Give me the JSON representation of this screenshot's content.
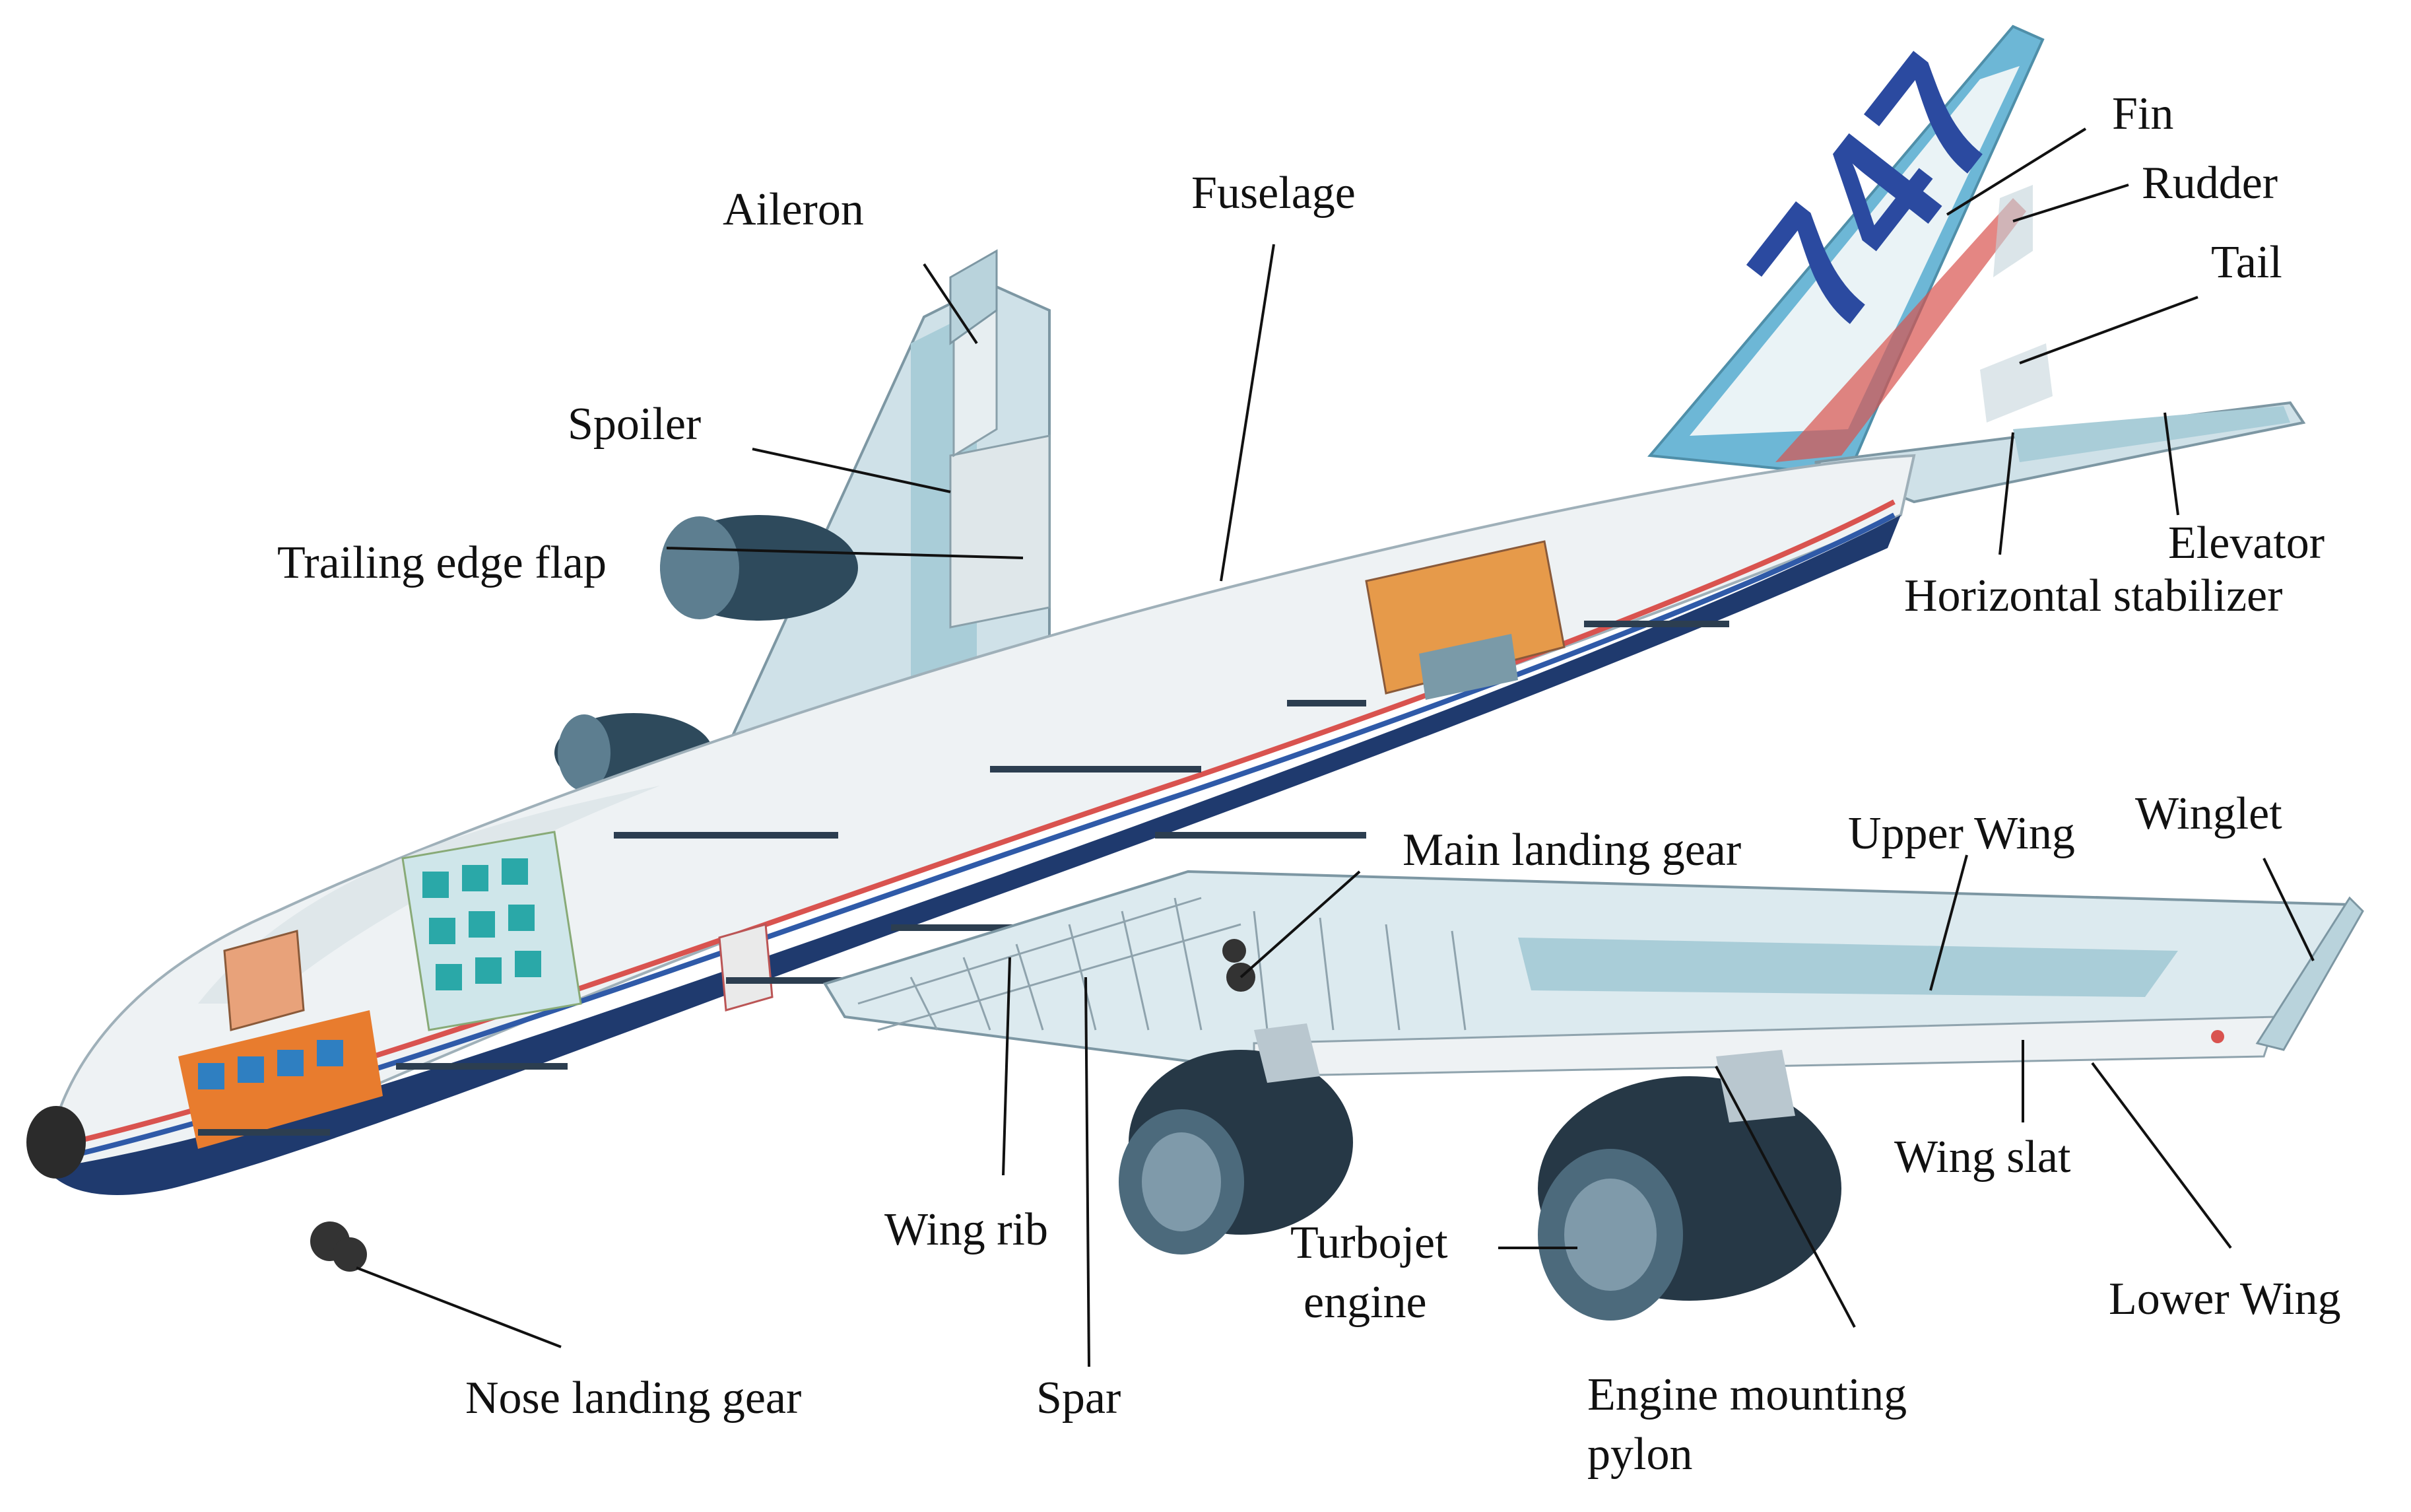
{
  "figure": {
    "aircraft_marking": "747",
    "labels": {
      "aileron": "Aileron",
      "fuselage": "Fuselage",
      "fin": "Fin",
      "rudder": "Rudder",
      "tail": "Tail",
      "spoiler": "Spoiler",
      "trailing_edge_flap": "Trailing edge flap",
      "elevator": "Elevator",
      "horizontal_stabilizer": "Horizontal stabilizer",
      "main_landing_gear": "Main landing gear",
      "upper_wing": "Upper Wing",
      "winglet": "Winglet",
      "wing_rib": "Wing rib",
      "turbojet_engine_line1": "Turbojet",
      "turbojet_engine_line2": "engine",
      "wing_slat": "Wing slat",
      "lower_wing": "Lower Wing",
      "nose_landing_gear": "Nose landing gear",
      "spar": "Spar",
      "engine_mounting_pylon_line1": "Engine mounting",
      "engine_mounting_pylon_line2": "pylon"
    }
  },
  "colors": {
    "fuselage": "#eef2f4",
    "fuselage_shade": "#c9d3da",
    "belly": "#1f3a6e",
    "stripe_red": "#d9534f",
    "stripe_blue": "#2f5aa8",
    "wing_blue": "#a9cdd8",
    "wing_light": "#dceaef",
    "tail_blue": "#5fb2d6",
    "marking": "#2b4aa0",
    "engine": "#263846",
    "seat_teal": "#2aa8a8",
    "floor_orange": "#e87c2e",
    "cargo_orange": "#e69a4a"
  }
}
